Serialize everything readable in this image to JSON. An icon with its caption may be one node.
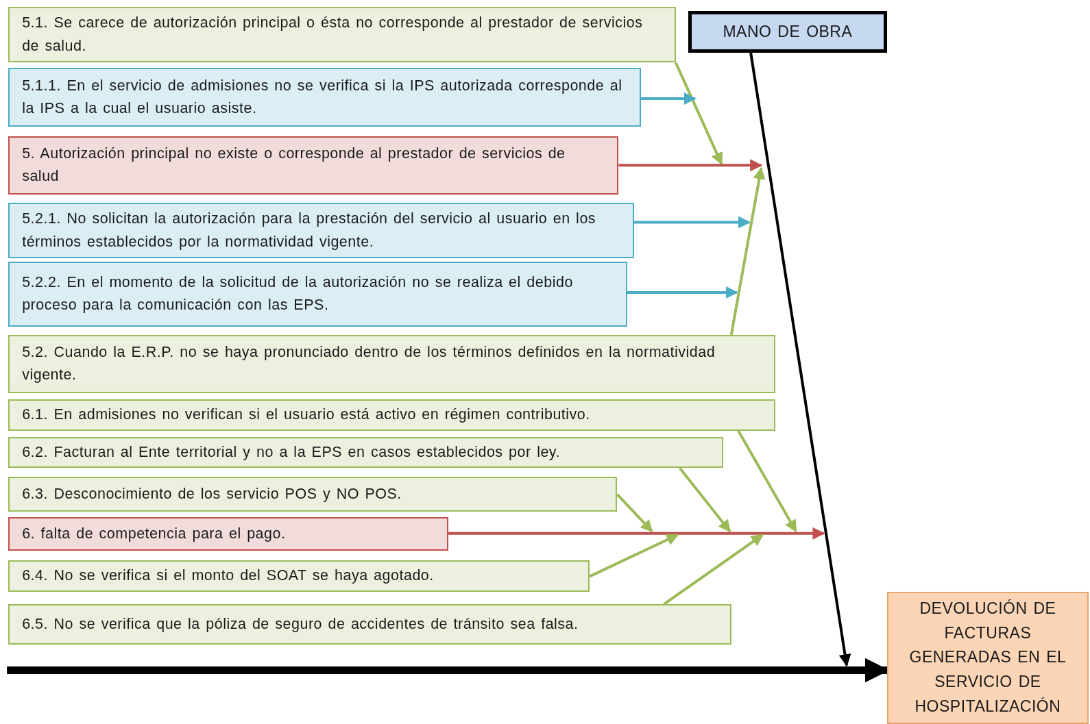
{
  "diagram": {
    "nodes": [
      {
        "text": [
          "5.1. Se carece de autorización principal o ésta no corresponde al prestador de servicios de salud."
        ]
      },
      {
        "text": [
          "5.1.1. En el servicio de admisiones no se verifica si la IPS autorizada corresponde al la IPS a la cual el usuario asiste."
        ]
      },
      {
        "text": [
          "5. Autorización principal no existe o corresponde al prestador de servicios de salud"
        ]
      },
      {
        "text": [
          "5.2.1. No solicitan la autorización para la prestación del servicio al usuario en los términos establecidos por la normatividad vigente."
        ]
      },
      {
        "text": [
          "5.2.2. En el momento de la solicitud de la autorización no se realiza el debido proceso para la comunicación con las EPS."
        ]
      },
      {
        "text": [
          "5.2. Cuando la E.R.P. no se haya pronunciado dentro de los términos definidos en la normatividad vigente."
        ]
      },
      {
        "text": [
          "6.1. En admisiones no verifican si el usuario está activo en régimen contributivo."
        ]
      },
      {
        "text": [
          "6.2. Facturan al Ente territorial y no a la EPS en casos establecidos por ley."
        ]
      },
      {
        "text": [
          "6.3. Desconocimiento de los servicio POS y NO POS."
        ]
      },
      {
        "text": [
          "6. falta de competencia para el pago."
        ]
      },
      {
        "text": [
          "6.4. No se verifica si el monto del SOAT se haya agotado."
        ]
      },
      {
        "text": [
          "6.5. No se verifica que la póliza de seguro de accidentes de tránsito sea falsa."
        ]
      },
      {
        "text": [
          "MANO DE OBRA"
        ]
      },
      {
        "text": [
          "DEVOLUCIÓN DE FACTURAS GENERADAS EN EL SERVICIO DE HOSPITALIZACIÓN"
        ]
      }
    ],
    "edges": [
      {
        "from": 0,
        "to": null,
        "arrow": "to"
      },
      {
        "from": 1,
        "to": null,
        "arrow": "to",
        "color": "#4bacc6"
      },
      {
        "from": 2,
        "to": null,
        "arrow": "to",
        "color": "#c0504d"
      },
      {
        "from": 3,
        "to": null,
        "arrow": "to",
        "color": "#4bacc6"
      },
      {
        "from": 4,
        "to": null,
        "arrow": "to",
        "color": "#4bacc6"
      },
      {
        "from": 5,
        "to": null,
        "arrow": "to"
      },
      {
        "from": 6,
        "to": null,
        "arrow": "to"
      },
      {
        "from": 7,
        "to": null,
        "arrow": "to"
      },
      {
        "from": 8,
        "to": null,
        "arrow": "to"
      },
      {
        "from": 9,
        "to": null,
        "arrow": "to",
        "color": "#c0504d"
      },
      {
        "from": 10,
        "to": null,
        "arrow": "to"
      },
      {
        "from": 11,
        "to": null,
        "arrow": "to"
      },
      {
        "from": 12,
        "to": null,
        "arrow": "to",
        "color": "#000000"
      },
      {
        "from": null,
        "to": 13,
        "arrow": "to",
        "style": "thick",
        "color": "#000000"
      }
    ]
  }
}
